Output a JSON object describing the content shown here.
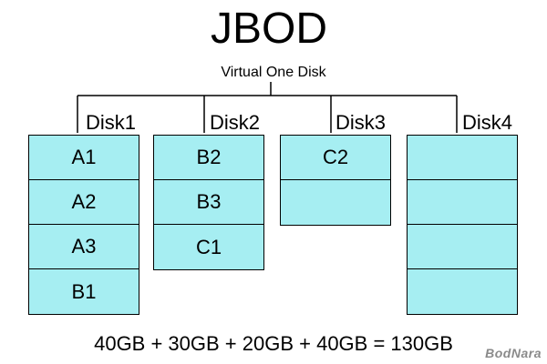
{
  "title": "JBOD",
  "subtitle": "Virtual One Disk",
  "disks": [
    {
      "label": "Disk1",
      "blocks": [
        "A1",
        "A2",
        "A3",
        "B1"
      ]
    },
    {
      "label": "Disk2",
      "blocks": [
        "B2",
        "B3",
        "C1"
      ]
    },
    {
      "label": "Disk3",
      "blocks": [
        "C2",
        ""
      ]
    },
    {
      "label": "Disk4",
      "blocks": [
        "",
        "",
        "",
        ""
      ]
    }
  ],
  "formula": "40GB + 30GB + 20GB + 40GB = 130GB",
  "watermark": "BodNara",
  "colors": {
    "block_fill": "#a6eef2",
    "line": "#000000",
    "watermark": "#8a8a8a"
  }
}
